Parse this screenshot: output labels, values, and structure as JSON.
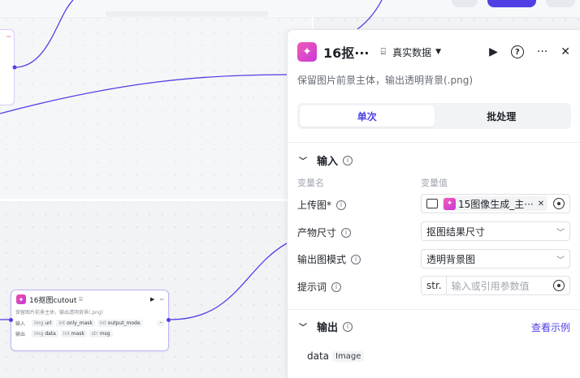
{
  "canvas": {
    "node": {
      "title": "16抠图cutout",
      "mode_icon": "mode-icon",
      "run_icon": "▶",
      "more_icon": "···",
      "description": "保留图片前景主体，输出透明背景(.png)",
      "input_label": "输入",
      "output_label": "输出",
      "inputs": [
        {
          "type": "img",
          "name": "url"
        },
        {
          "type": "int",
          "name": "only_mask"
        },
        {
          "type": "int",
          "name": "output_mode"
        }
      ],
      "inputs_more": "···",
      "outputs": [
        {
          "type": "img",
          "name": "data"
        },
        {
          "type": "int",
          "name": "mask"
        },
        {
          "type": "str",
          "name": "msg"
        }
      ]
    },
    "left_card_more": "···"
  },
  "panel": {
    "title": "16抠···",
    "mode": "真实数据",
    "description": "保留图片前景主体，输出透明背景(.png)",
    "tabs": [
      {
        "label": "单次",
        "active": true
      },
      {
        "label": "批处理",
        "active": false
      }
    ],
    "input_section": {
      "title": "输入",
      "col_name": "变量名",
      "col_value": "变量值",
      "rows": {
        "upload": {
          "label": "上传图",
          "required": "*",
          "ref": "15图像生成_主···"
        },
        "size": {
          "label": "产物尺寸",
          "value": "抠图结果尺寸"
        },
        "mode": {
          "label": "输出图模式",
          "value": "透明背景图"
        },
        "prompt": {
          "label": "提示词",
          "type_tag": "str.",
          "placeholder": "输入或引用参数值"
        }
      }
    },
    "output_section": {
      "title": "输出",
      "example_link": "查看示例",
      "field_name": "data",
      "field_type": "Image"
    }
  },
  "colors": {
    "accent": "#4e40e5",
    "node_pink": "#e24aaf"
  }
}
